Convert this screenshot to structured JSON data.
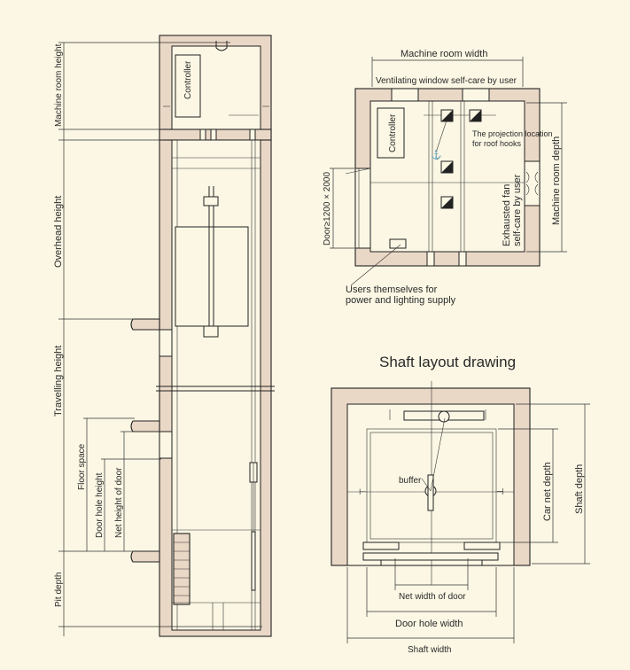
{
  "section": {
    "machine_room_height": "Machine room height",
    "overhead_height": "Overhead height",
    "travelling_height": "Travelling height",
    "floor_space": "Floor space",
    "door_hole_height": "Door hole height",
    "net_height_of_door": "Net height of door",
    "pit_depth": "Pit depth",
    "controller": "Controller"
  },
  "machine_room": {
    "width_label": "Machine room width",
    "depth_label": "Machine room depth",
    "ventilating_window": "Ventilating window self-care by user",
    "controller": "Controller",
    "roof_hooks_line1": "The projection location",
    "roof_hooks_line2": "for roof hooks",
    "fan_line1": "Exhausted fan",
    "fan_line2": "self-care by user",
    "door_size": "Door≥1200 × 2000",
    "power_line1": "Users themselves for",
    "power_line2": "power and lighting supply"
  },
  "shaft_layout": {
    "title": "Shaft layout drawing",
    "buffer": "buffer",
    "car_net_depth": "Car net depth",
    "shaft_depth": "Shaft depth",
    "net_width_of_door": "Net width of door",
    "door_hole_width": "Door hole width",
    "shaft_width": "Shaft width"
  }
}
